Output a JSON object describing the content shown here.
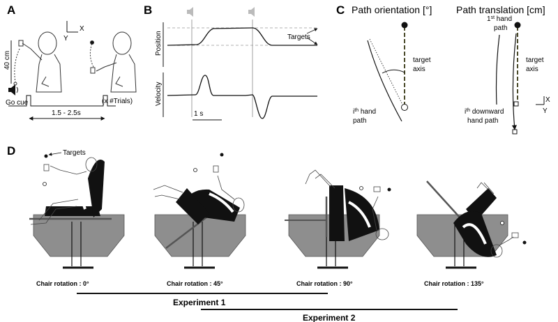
{
  "panels": {
    "a": "A",
    "b": "B",
    "c": "C",
    "d": "D"
  },
  "panel_a": {
    "axis_x": "X",
    "axis_y": "Y",
    "distance": "40 cm",
    "go_cue": "Go cue",
    "trials": "(x #Trials)",
    "interval": "1.5 - 2.5s"
  },
  "panel_b": {
    "position_label": "Position",
    "velocity_label": "Velocity",
    "targets_label": "Targets",
    "scale_label": "1 s"
  },
  "panel_c": {
    "orientation_title": "Path orientation [°]",
    "translation_title": "Path translation [cm]",
    "target_axis_1": "target",
    "target_axis_2": "axis",
    "ith_hand_1": "i",
    "ith_hand_sup": "th",
    "ith_hand_2": " hand",
    "ith_hand_3": "path",
    "first_hand_1": "1",
    "first_hand_sup": "st",
    "first_hand_2": " hand",
    "first_hand_3": "path",
    "ith_down_1": "i",
    "ith_down_sup": "th",
    "ith_down_2": " downward",
    "ith_down_3": "hand path",
    "axis_x": "X",
    "axis_y": "Y"
  },
  "panel_d": {
    "targets_label": "Targets",
    "captions": [
      "Chair rotation : 0°",
      "Chair rotation : 45°",
      "Chair rotation : 90°",
      "Chair rotation : 135°"
    ],
    "experiment_1": "Experiment 1",
    "experiment_2": "Experiment 2"
  }
}
